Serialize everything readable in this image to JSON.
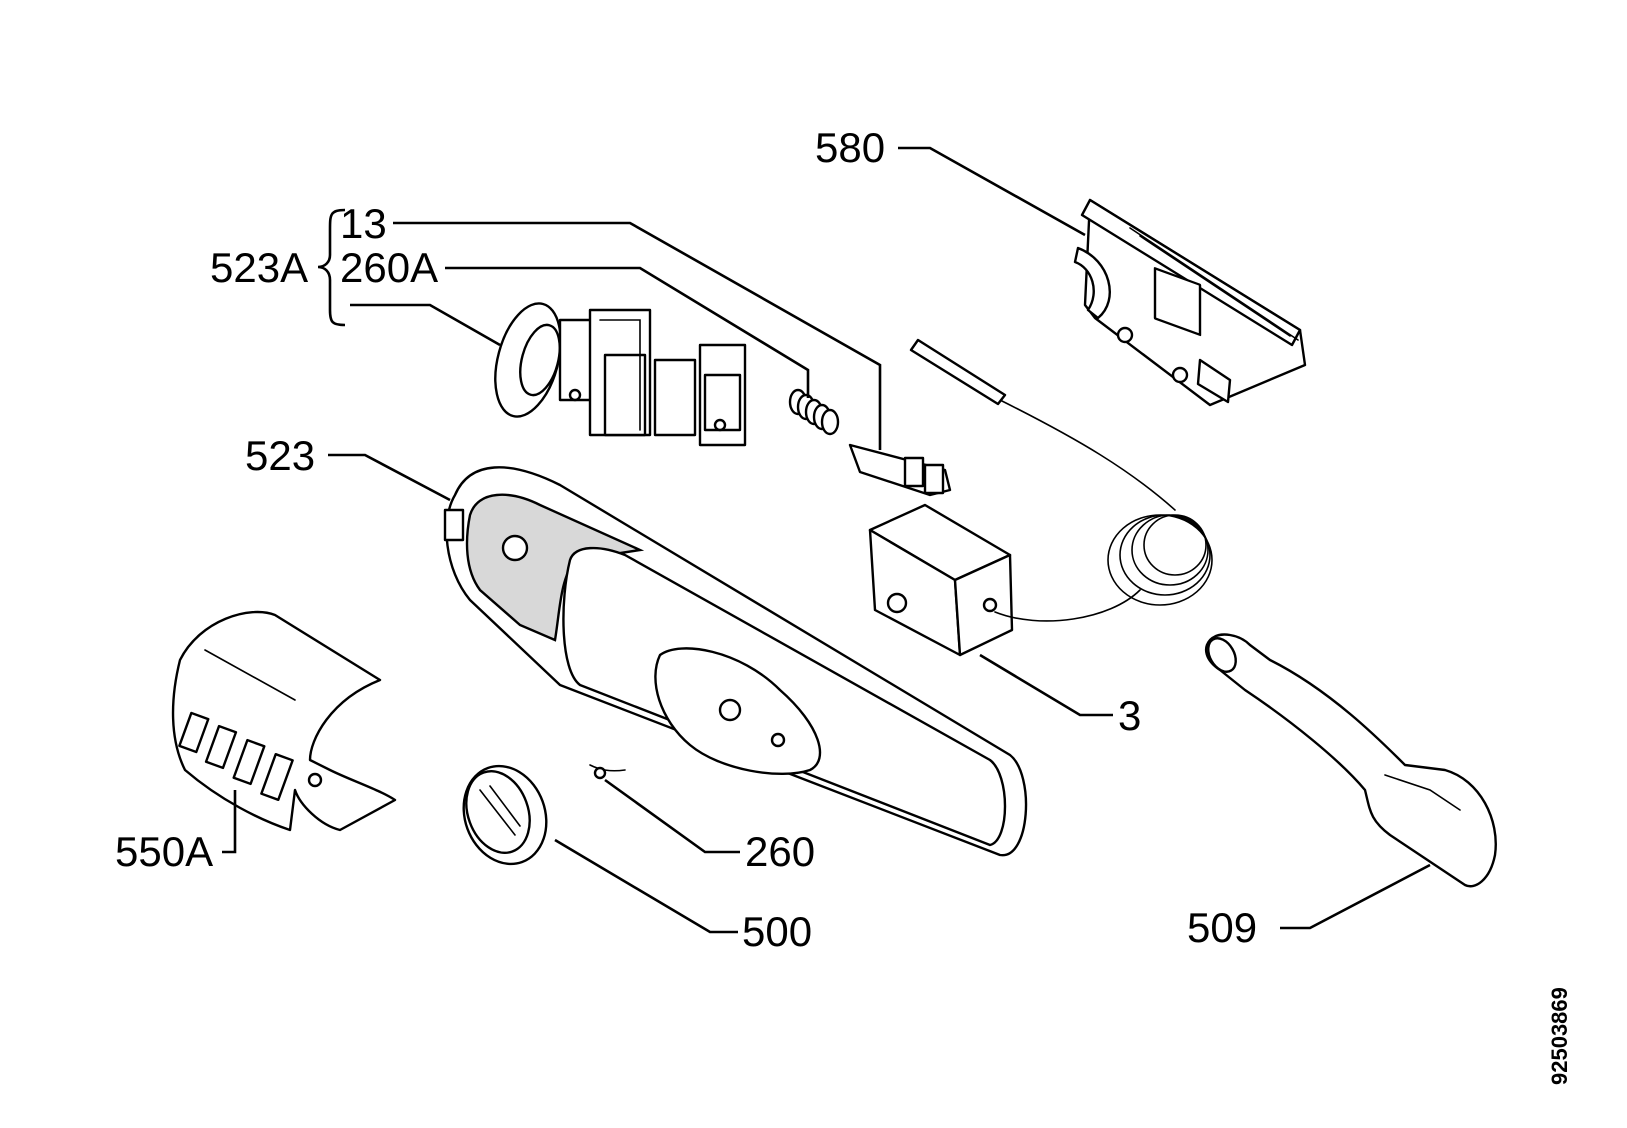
{
  "labels": {
    "l580": "580",
    "l13": "13",
    "l523A": "523A",
    "l260A": "260A",
    "l523": "523",
    "l3": "3",
    "l550A": "550A",
    "l260": "260",
    "l500": "500",
    "l509": "509"
  },
  "document_id": "92503869"
}
